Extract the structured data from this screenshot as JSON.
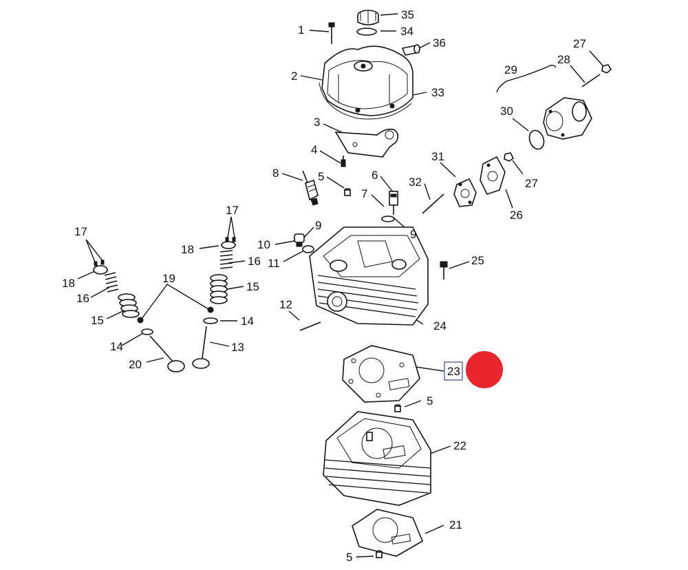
{
  "labels": {
    "p1": "1",
    "p2": "2",
    "p3": "3",
    "p4": "4",
    "p5a": "5",
    "p5b": "5",
    "p5c": "5",
    "p6": "6",
    "p7": "7",
    "p8": "8",
    "p9a": "9",
    "p9b": "9",
    "p10": "10",
    "p11": "11",
    "p12": "12",
    "p13": "13",
    "p14a": "14",
    "p14b": "14",
    "p15a": "15",
    "p15b": "15",
    "p16a": "16",
    "p16b": "16",
    "p17a": "17",
    "p17b": "17",
    "p18a": "18",
    "p18b": "18",
    "p19": "19",
    "p20": "20",
    "p21": "21",
    "p22": "22",
    "p23": "23",
    "p24": "24",
    "p25": "25",
    "p26": "26",
    "p27a": "27",
    "p27b": "27",
    "p28": "28",
    "p29": "29",
    "p30": "30",
    "p31": "31",
    "p32": "32",
    "p33": "33",
    "p34": "34",
    "p35": "35",
    "p36": "36"
  },
  "highlight": {
    "label": "p23",
    "marker_color": "#e8262c",
    "box_color": "#3a4a8a"
  }
}
